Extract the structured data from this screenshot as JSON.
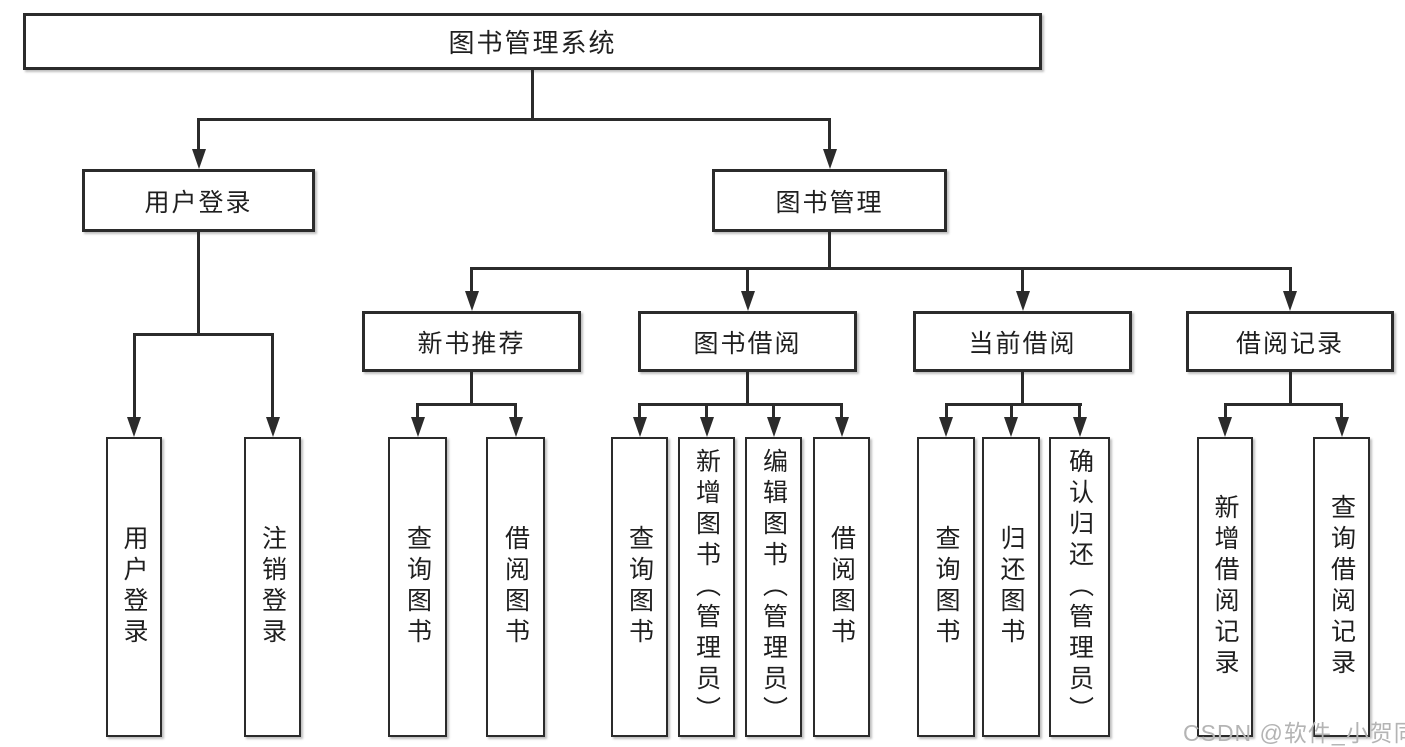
{
  "diagram_type": "hierarchy-structure-chart",
  "tree": {
    "root": {
      "label": "图书管理系统"
    },
    "branches": [
      {
        "label": "用户登录",
        "children": [
          {
            "label": "用户登录"
          },
          {
            "label": "注销登录"
          }
        ]
      },
      {
        "label": "图书管理",
        "children": [
          {
            "label": "新书推荐",
            "children": [
              {
                "label": "查询图书"
              },
              {
                "label": "借阅图书"
              }
            ]
          },
          {
            "label": "图书借阅",
            "children": [
              {
                "label": "查询图书"
              },
              {
                "label": "新增图书（管理员）"
              },
              {
                "label": "编辑图书（管理员）"
              },
              {
                "label": "借阅图书"
              }
            ]
          },
          {
            "label": "当前借阅",
            "children": [
              {
                "label": "查询图书"
              },
              {
                "label": "归还图书"
              },
              {
                "label": "确认归还（管理员）"
              }
            ]
          },
          {
            "label": "借阅记录",
            "children": [
              {
                "label": "新增借阅记录"
              },
              {
                "label": "查询借阅记录"
              }
            ]
          }
        ]
      }
    ]
  },
  "watermark": {
    "text": "CSDN @软件_小贺同学",
    "color": "#b4b4b4"
  },
  "colors": {
    "line": "#2b2b2b",
    "box_border": "#2b2b2b",
    "box_fill": "#ffffff",
    "text": "#1f1f1f",
    "background": "#ffffff"
  }
}
